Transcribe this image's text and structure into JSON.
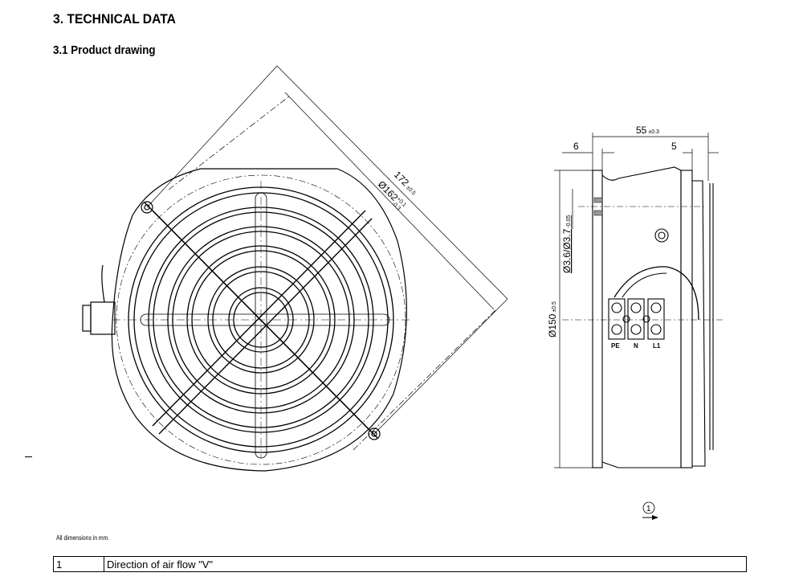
{
  "heading": "3. TECHNICAL DATA",
  "subheading": "3.1 Product drawing",
  "drawing": {
    "dim_172": "172",
    "dim_172_tol": "±0.5",
    "dim_162": "Ø162",
    "dim_162_tol_upper": "+0.1",
    "dim_162_tol_lower": "-0.3",
    "dim_55": "55",
    "dim_55_tol": "±0.3",
    "dim_6": "6",
    "dim_5": "5",
    "dim_150": "Ø150",
    "dim_150_tol": "±0.5",
    "dim_hole": "Ø3.6/Ø3.7",
    "dim_hole_tol": "-0.05",
    "terminal_pe": "PE",
    "terminal_n": "N",
    "terminal_l1": "L1",
    "callout_1": "1"
  },
  "note": "All dimensions in mm.",
  "legend_table": [
    {
      "num": "1",
      "text": "Direction of air flow \"V\""
    }
  ]
}
